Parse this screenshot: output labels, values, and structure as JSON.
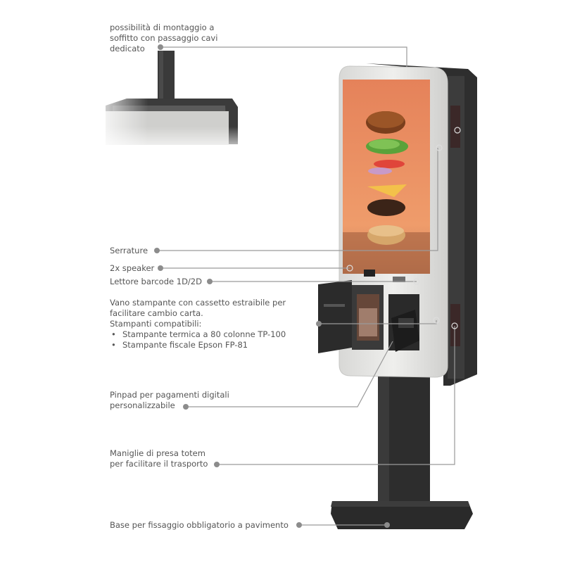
{
  "callouts": {
    "ceiling": {
      "lines": [
        "possibilità di montaggio a",
        "soffitto con passaggio cavi",
        "dedicato"
      ]
    },
    "locks": {
      "text": "Serrature"
    },
    "speaker": {
      "text": "2x speaker"
    },
    "barcode": {
      "text": "Lettore barcode 1D/2D"
    },
    "printer": {
      "lines": [
        "Vano stampante con cassetto estraibile per",
        "facilitare cambio carta.",
        "Stampanti compatibili:"
      ],
      "items": [
        "Stampante termica a 80 colonne TP-100",
        "Stampante fiscale Epson FP-81"
      ]
    },
    "pinpad": {
      "lines": [
        "Pinpad per pagamenti digitali",
        "personalizzabile"
      ]
    },
    "handles": {
      "lines": [
        "Maniglie di presa totem",
        "per facilitare il trasporto"
      ]
    },
    "base": {
      "text": "Base per fissaggio obbligatorio a pavimento"
    }
  },
  "colors": {
    "leader_line": "#9a9a9a",
    "dot": "#8c8c8c",
    "frame": "#e4e4e2",
    "body_dark": "#2f2f2f",
    "screen_top": "#e98a5c",
    "screen_bottom": "#f0a070"
  }
}
